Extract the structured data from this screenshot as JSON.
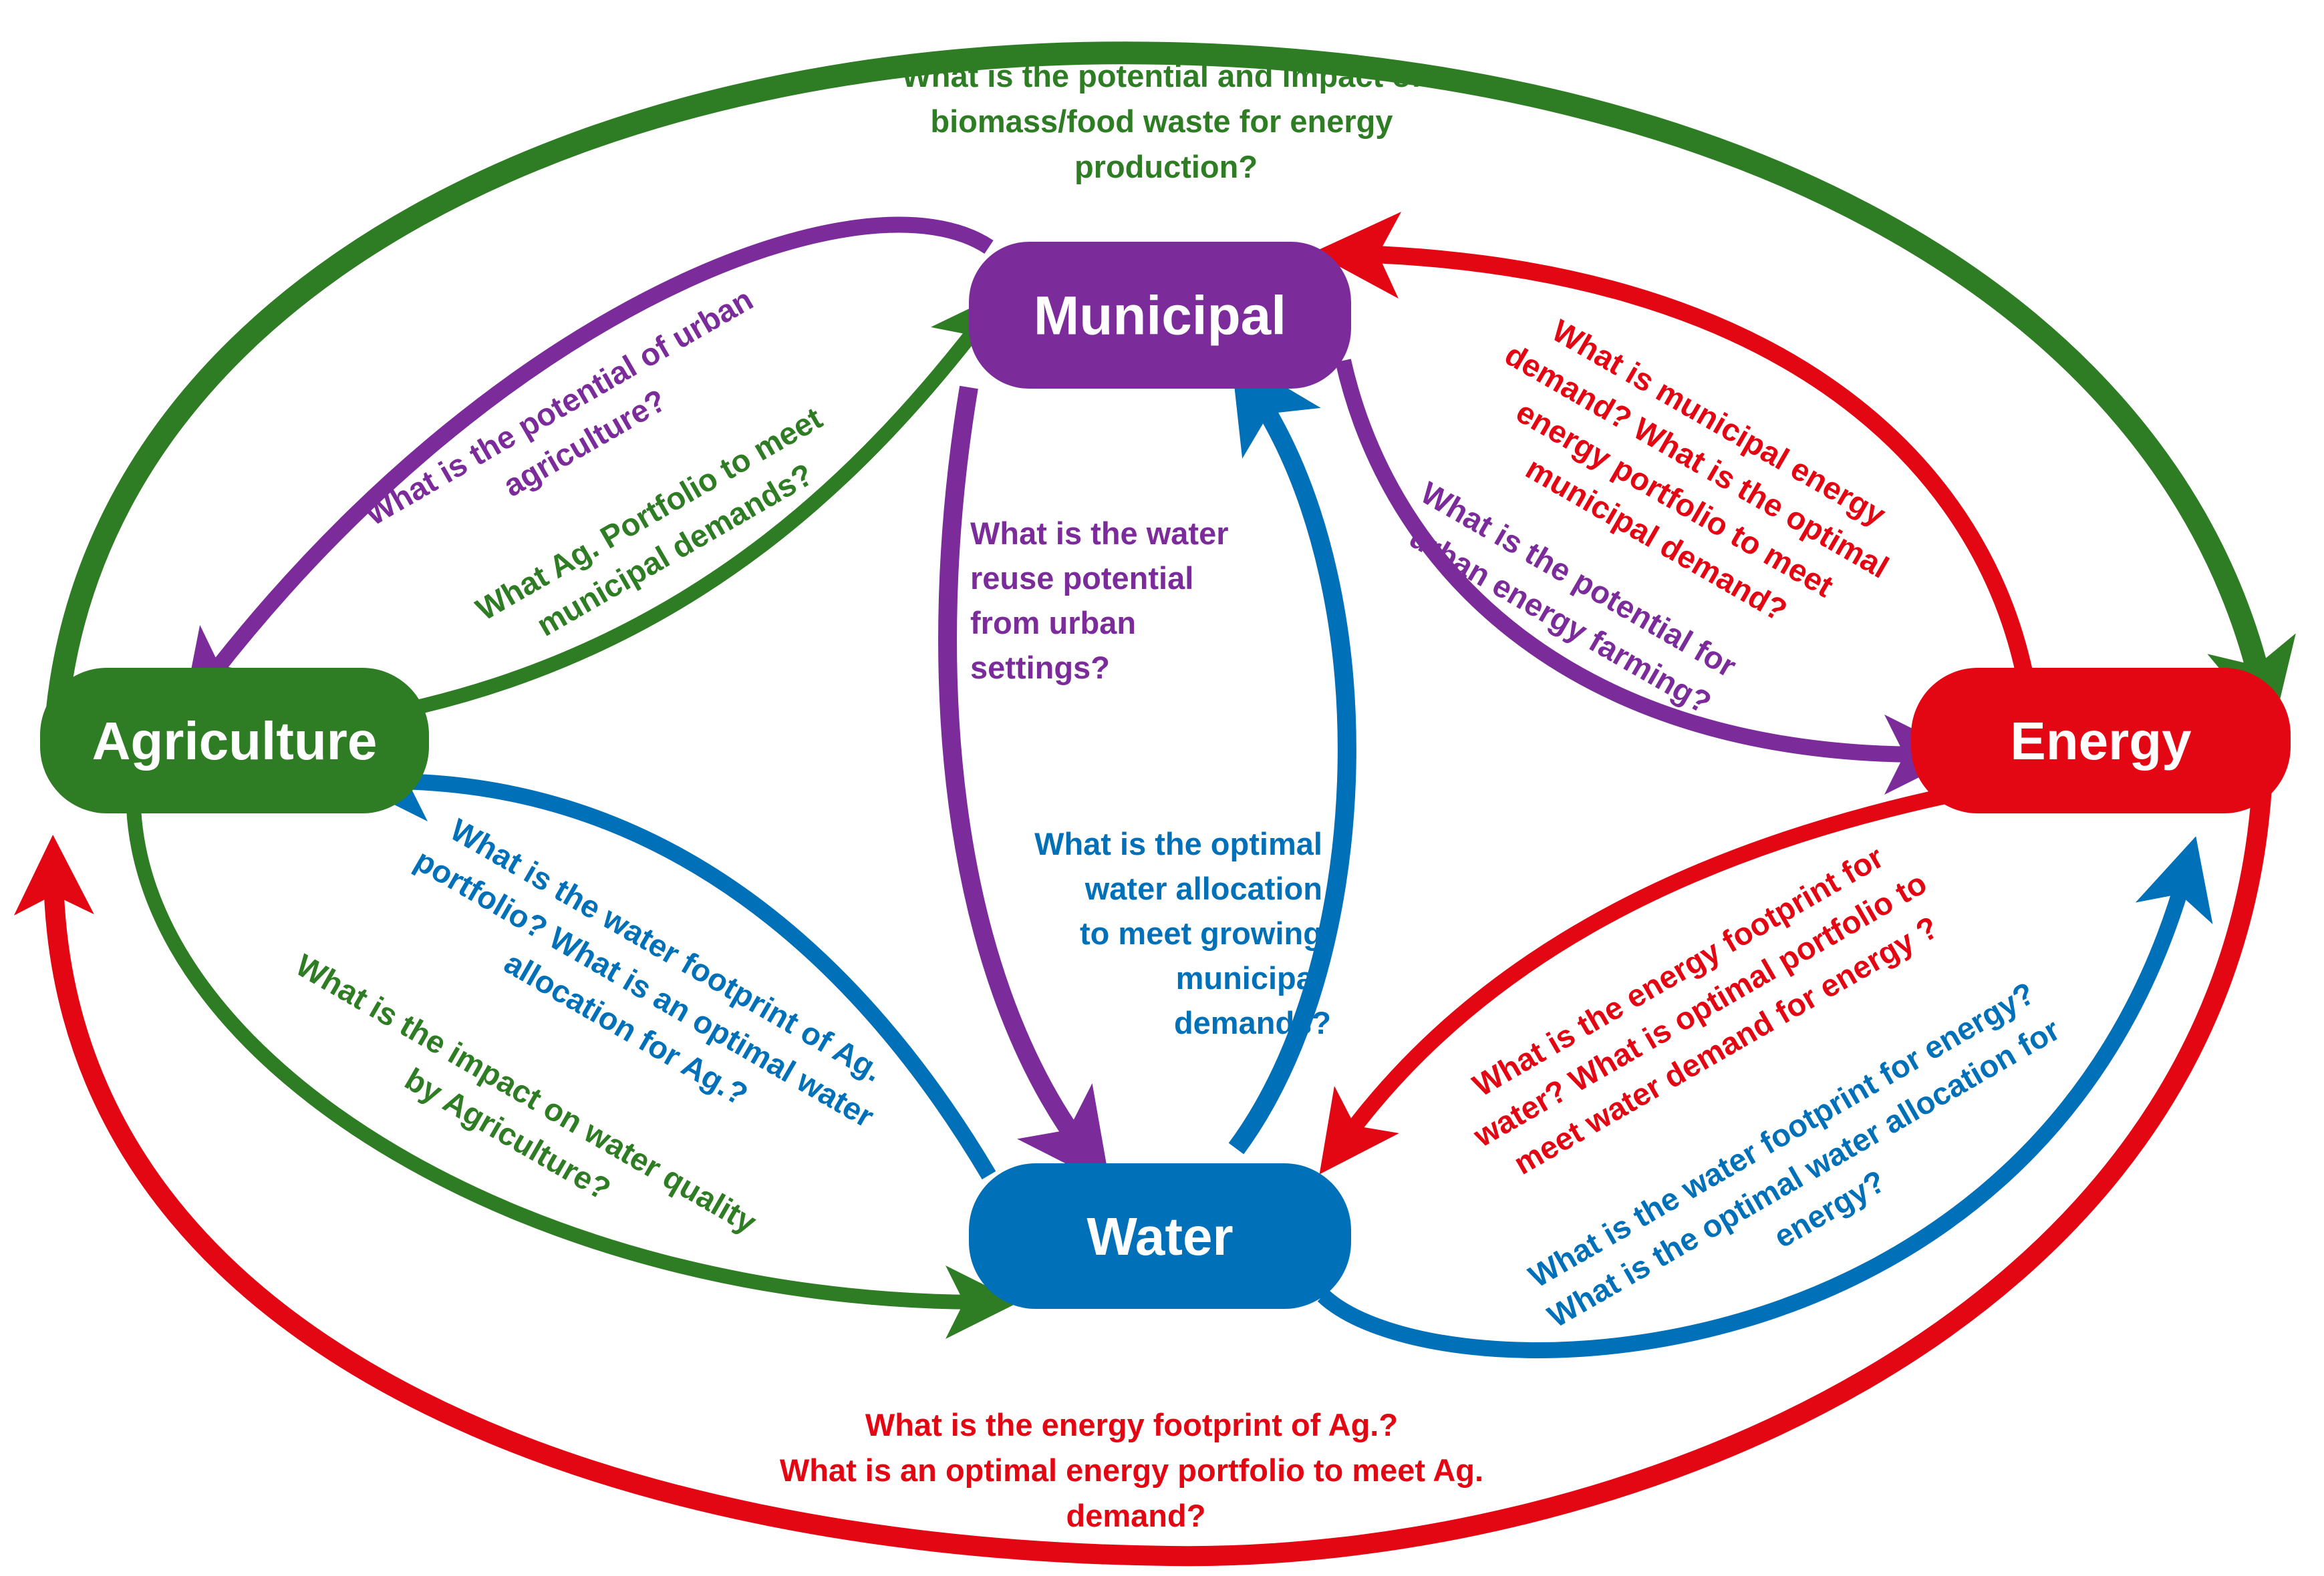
{
  "colors": {
    "municipal": "#7b2c9a",
    "agriculture": "#2e7d24",
    "energy": "#e30613",
    "water": "#0070b8"
  },
  "nodes": {
    "municipal": {
      "label": "Municipal"
    },
    "agriculture": {
      "label": "Agriculture"
    },
    "energy": {
      "label": "Energy"
    },
    "water": {
      "label": "Water"
    }
  },
  "questions": {
    "biomass": [
      "What is the potential and impact of",
      "biomass/food waste for energy",
      "production?"
    ],
    "urban_agriculture": [
      "What is the potential of urban",
      "agriculture?"
    ],
    "ag_portfolio": [
      "What Ag. Portfolio to meet",
      "municipal demands?"
    ],
    "water_reuse": [
      "What is the water",
      "reuse potential",
      "from urban",
      "settings?"
    ],
    "optimal_water_municipal": [
      "What is the optimal",
      "water allocation",
      "to meet growing",
      "municipal",
      "demands?"
    ],
    "municipal_energy": [
      "What is municipal energy",
      "demand? What is the optimal",
      "energy portfolio to  meet",
      "municipal demand?"
    ],
    "urban_energy_farming": [
      "What is the potential for",
      "urban energy farming?"
    ],
    "ag_water_footprint": [
      "What is the water footprint of Ag.",
      "portfolio?  What is an optimal water",
      "allocation for Ag.?"
    ],
    "ag_water_quality": [
      "What is the impact on water quality",
      "by Agriculture?"
    ],
    "energy_footprint_water": [
      "What  is the energy footprint for",
      "water? What is optimal portfolio to",
      "meet water demand for energy ?"
    ],
    "water_footprint_energy": [
      "What is the water footprint for energy?",
      "What is the optimal water allocation for",
      "energy?"
    ],
    "ag_energy": [
      "What is the energy footprint of Ag.?",
      "What is an optimal energy portfolio to meet Ag.",
      "demand?"
    ]
  }
}
